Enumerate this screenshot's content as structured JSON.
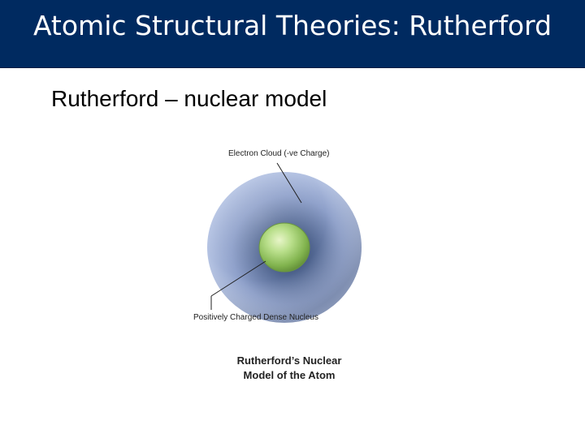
{
  "slide": {
    "title": "Atomic Structural Theories: Rutherford",
    "subtitle_name": "Rutherford",
    "subtitle_rest": " – nuclear model"
  },
  "diagram": {
    "label_top": "Electron Cloud (-ve Charge)",
    "label_bottom": "Positively Charged Dense Nucleus",
    "caption_line1": "Rutherford’s Nuclear",
    "caption_line2": "Model of the Atom"
  },
  "colors": {
    "title_bar": "#002a60",
    "cloud_outer": "#a9b8db",
    "cloud_inner": "#3d5278",
    "nucleus": "#9acb67"
  }
}
